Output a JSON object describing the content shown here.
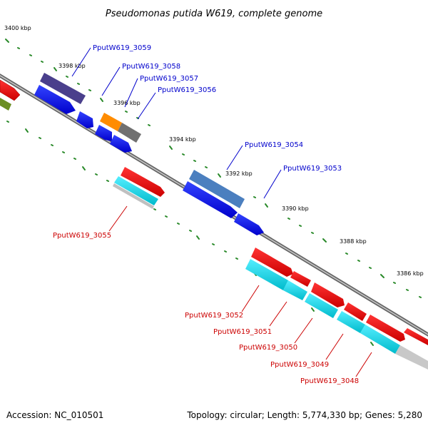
{
  "title": "Pseudomonas putida W619, complete genome",
  "footer": {
    "accession": "Accession: NC_010501",
    "summary": "Topology: circular; Length: 5,774,330 bp; Genes: 5,280"
  },
  "ticks": [
    "3400 kbp",
    "3398 kbp",
    "3396 kbp",
    "3394 kbp",
    "3392 kbp",
    "3390 kbp",
    "3388 kbp",
    "3386 kbp"
  ],
  "forward_genes": [
    "PputW619_3059",
    "PputW619_3058",
    "PputW619_3057",
    "PputW619_3056",
    "PputW619_3054",
    "PputW619_3053"
  ],
  "reverse_genes": [
    "PputW619_3055",
    "PputW619_3052",
    "PputW619_3051",
    "PputW619_3050",
    "PputW619_3049",
    "PputW619_3048"
  ],
  "colors": {
    "forward_cds": "#0000ee",
    "reverse_cds": "#ee0000",
    "reverse_rna": "#00ccdd",
    "backbone": "#888888",
    "tick": "#2a8a2a"
  }
}
